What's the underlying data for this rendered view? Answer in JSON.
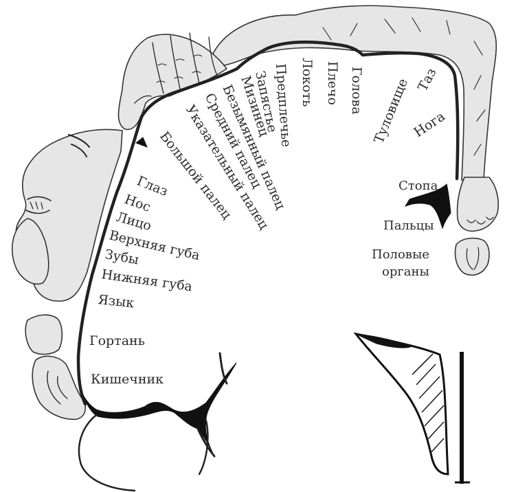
{
  "labels": {
    "taz": "Таз",
    "noga": "Нога",
    "tulovishche": "Туловище",
    "golova": "Голова",
    "plecho": "Плечо",
    "lokot": "Локоть",
    "predplechye": "Предплечье",
    "zapyastye": "Запястье",
    "mizinets": "Мизинец",
    "bezymyanny": "Безымянный палец",
    "sredniy": "Средний палец",
    "ukazatelny": "Указательный палец",
    "bolshoy": "Большой палец",
    "glaz": "Глаз",
    "nos": "Нос",
    "litso": "Лицо",
    "verkhnyaya_guba": "Верхняя губа",
    "zuby": "Зубы",
    "nizhnyaya_guba": "Нижняя губа",
    "yazyk": "Язык",
    "gortan": "Гортань",
    "kishechnik": "Кишечник",
    "stopa": "Стопа",
    "paltsy": "Пальцы",
    "polovye_line1": "Половые",
    "polovye_line2": "органы"
  }
}
